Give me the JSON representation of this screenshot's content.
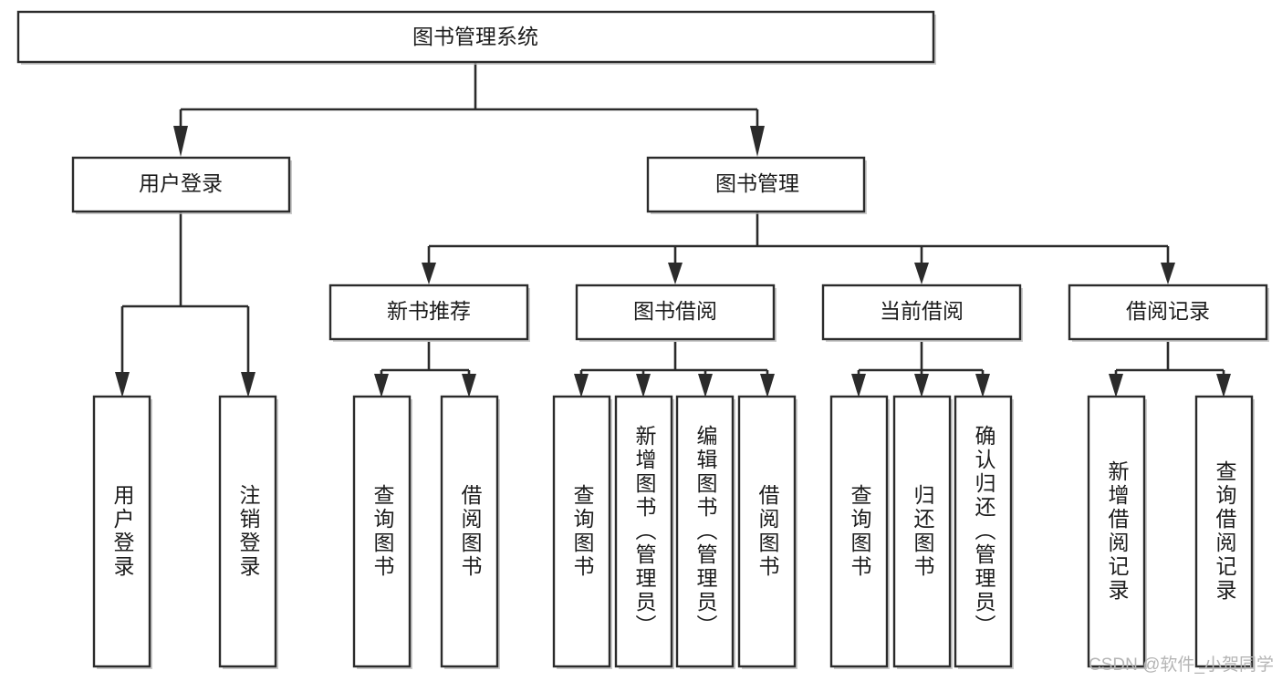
{
  "diagram": {
    "type": "tree-hierarchy",
    "title": "图书管理系统",
    "orientation": "top-down",
    "colors": {
      "box_fill": "#ffffff",
      "box_stroke": "#2b2b2b",
      "connector": "#2b2b2b",
      "text": "#1c1c1c",
      "watermark": "#b5b5b5",
      "background": "#ffffff"
    },
    "root": {
      "label": "图书管理系统",
      "level": 0
    },
    "level2": [
      {
        "label": "用户登录"
      },
      {
        "label": "图书管理"
      }
    ],
    "level3": [
      {
        "label": "新书推荐"
      },
      {
        "label": "图书借阅"
      },
      {
        "label": "当前借阅"
      },
      {
        "label": "借阅记录"
      }
    ],
    "leaves": {
      "user_login": [
        {
          "label": "用户登录"
        },
        {
          "label": "注销登录"
        }
      ],
      "new_book_recommend": [
        {
          "label": "查询图书"
        },
        {
          "label": "借阅图书"
        }
      ],
      "book_borrow": [
        {
          "label": "查询图书"
        },
        {
          "label": "新增图书（管理员）"
        },
        {
          "label": "编辑图书（管理员）"
        },
        {
          "label": "借阅图书"
        }
      ],
      "current_borrow": [
        {
          "label": "查询图书"
        },
        {
          "label": "归还图书"
        },
        {
          "label": "确认归还（管理员）"
        }
      ],
      "borrow_record": [
        {
          "label": "新增借阅记录"
        },
        {
          "label": "查询借阅记录"
        }
      ]
    }
  },
  "watermark": {
    "text": "CSDN @软件_小贺同学"
  }
}
